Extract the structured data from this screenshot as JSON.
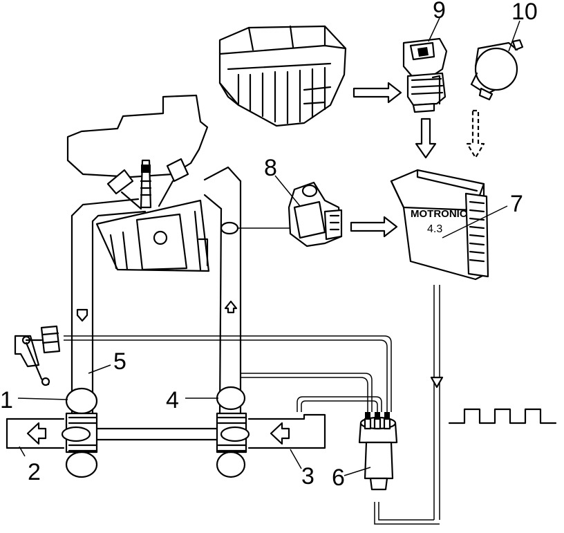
{
  "diagram": {
    "ecu": {
      "brand": "MOTRONIC",
      "version": "4.3"
    },
    "callouts": [
      {
        "id": "1",
        "label": "1"
      },
      {
        "id": "2",
        "label": "2"
      },
      {
        "id": "3",
        "label": "3"
      },
      {
        "id": "4",
        "label": "4"
      },
      {
        "id": "5",
        "label": "5"
      },
      {
        "id": "6",
        "label": "6"
      },
      {
        "id": "7",
        "label": "7"
      },
      {
        "id": "8",
        "label": "8"
      },
      {
        "id": "9",
        "label": "9"
      },
      {
        "id": "10",
        "label": "10"
      }
    ]
  }
}
